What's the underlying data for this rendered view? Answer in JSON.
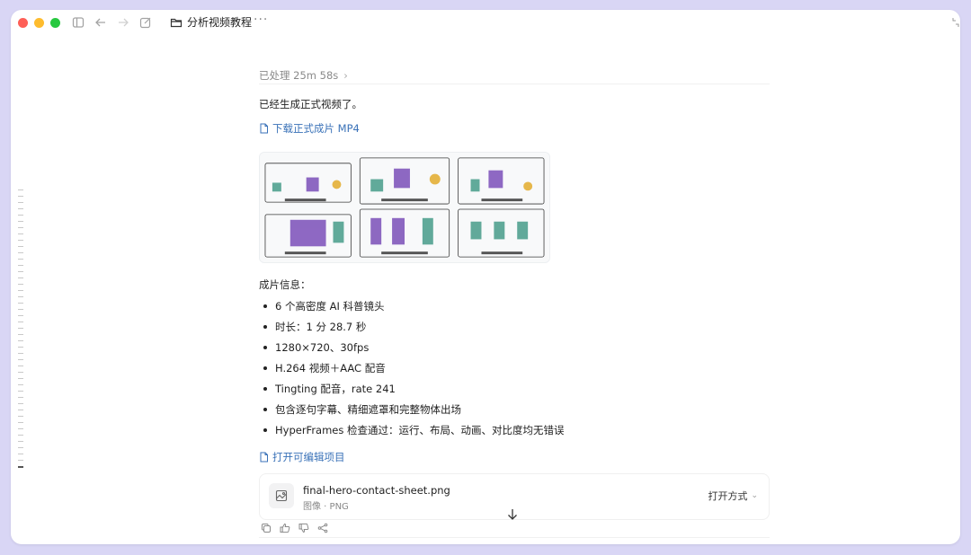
{
  "window": {
    "title": "分析视频教程",
    "more_label": "···"
  },
  "message": {
    "processed_label": "已处理 25m 58s",
    "status_text": "已经生成正式视频了。",
    "download_link": "下载正式成片 MP4",
    "info_title": "成片信息：",
    "info_items": [
      "6 个高密度 AI 科普镜头",
      "时长：1 分 28.7 秒",
      "1280×720、30fps",
      "H.264 视频＋AAC 配音",
      "Tingting 配音，rate 241",
      "包含逐句字幕、精细遮罩和完整物体出场",
      "HyperFrames 检查通过：运行、布局、动画、对比度均无错误"
    ],
    "open_project_link": "打开可编辑项目"
  },
  "attachment": {
    "file_name": "final-hero-contact-sheet.png",
    "file_meta": "图像 · PNG",
    "open_with_label": "打开方式"
  },
  "colors": {
    "background": "#d9d6f5",
    "link": "#3a72b8",
    "traffic_red": "#fe5f57",
    "traffic_yellow": "#febc2e",
    "traffic_green": "#28c840"
  }
}
